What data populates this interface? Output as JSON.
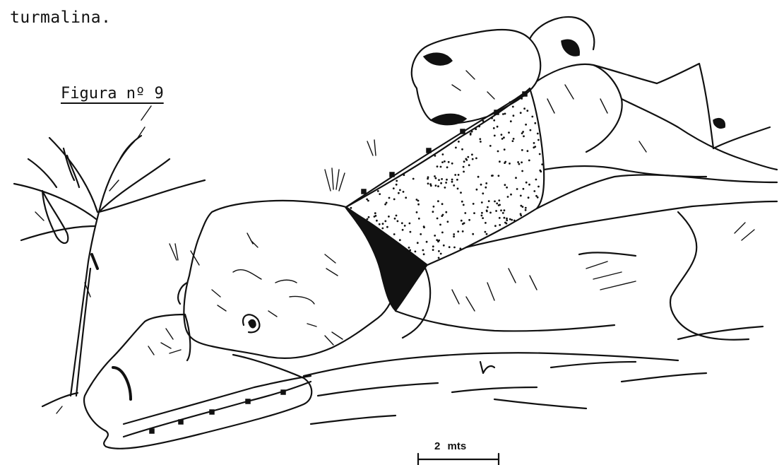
{
  "caption_text": "turmalina.",
  "figure_label": "Figura nº 9",
  "scale_bar": {
    "label": "2 mts"
  }
}
